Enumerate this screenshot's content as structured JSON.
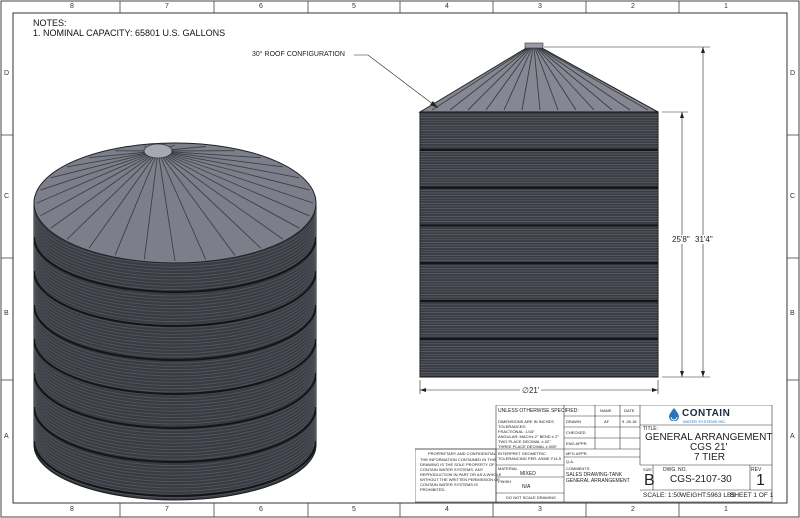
{
  "zones": {
    "cols": [
      "8",
      "7",
      "6",
      "5",
      "4",
      "3",
      "2",
      "1"
    ],
    "rows": [
      "D",
      "C",
      "B",
      "A"
    ]
  },
  "notes": {
    "heading": "NOTES:",
    "item1": "1.      NOMINAL CAPACITY: 65801 U.S. GALLONS"
  },
  "callout": {
    "roof": "30° ROOF CONFIGURATION"
  },
  "dimensions": {
    "eave_height": "25'8\"",
    "overall_height": "31'4\"",
    "diameter": "∅21'"
  },
  "title_block": {
    "tolerances": {
      "header": "UNLESS OTHERWISE SPECIFIED:",
      "line1": "DIMENSIONS ARE IN INCHES",
      "line2": "TOLERANCES:",
      "line3": "FRACTIONAL: 1/16\"",
      "line4": "ANGULAR: MACH± 2° BEND ± 2°",
      "line5": "TWO PLACE DECIMAL  ±.02\"",
      "line6": "THREE PLACE DECIMAL  ±.005\""
    },
    "approvals": {
      "name_header": "NAME",
      "date_header": "DATE",
      "drawn_label": "DRAWN",
      "drawn_name": "AF",
      "drawn_date": "9 .26.18",
      "checked_label": "CHECKED",
      "eng_label": "ENG APPR.",
      "mfg_label": "MFG APPR.",
      "qa_label": "Q.A.",
      "comments_label": "COMMENTS:",
      "comments_value1": "SALES DRAWING-TANK",
      "comments_value2": "GENERAL ARRANGEMENT"
    },
    "geometric": {
      "line1": "INTERPRET GEOMETRIC",
      "line2": "TOLERANCING PER: ASME Y14.5",
      "material_label": "MATERIAL",
      "material_value": "MIXED",
      "finish_label": "FINISH",
      "finish_value": "N/A",
      "warning": "DO NOT SCALE DRAWING"
    },
    "proprietary": {
      "header": "PROPRIETARY AND CONFIDENTIAL",
      "line1": "THE INFORMATION CONTAINED IN THIS",
      "line2": "DRAWING IS THE SOLE PROPERTY OF",
      "line3": "CONTAIN WATER SYSTEMS.  ANY",
      "line4": "REPRODUCTION IN PART OR AS A WHOLE",
      "line5": "WITHOUT THE WRITTEN PERMISSION OF",
      "line6": "CONTAIN WATER SYSTEMS IS",
      "line7": "PROHIBITED."
    },
    "company": {
      "name": "CONTAIN",
      "tagline": "WATER SYSTEMS INC."
    },
    "title": {
      "label": "TITLE:",
      "line1": "GENERAL ARRANGEMENT",
      "line2": "CGS 21'",
      "line3": "7 TIER"
    },
    "size_label": "SIZE",
    "size_value": "B",
    "dwg_label": "DWG.  NO.",
    "dwg_value": "CGS-2107-30",
    "rev_label": "REV",
    "rev_value": "1",
    "scale": "SCALE: 1:50",
    "weight": "WEIGHT:5963 LBS",
    "sheet": "SHEET 1 OF 1"
  },
  "colors": {
    "tank_dark": "#2d2f36",
    "tank_mid": "#4a4d57",
    "roof_light": "#8a8d97",
    "brand_blue": "#2a74b8"
  }
}
